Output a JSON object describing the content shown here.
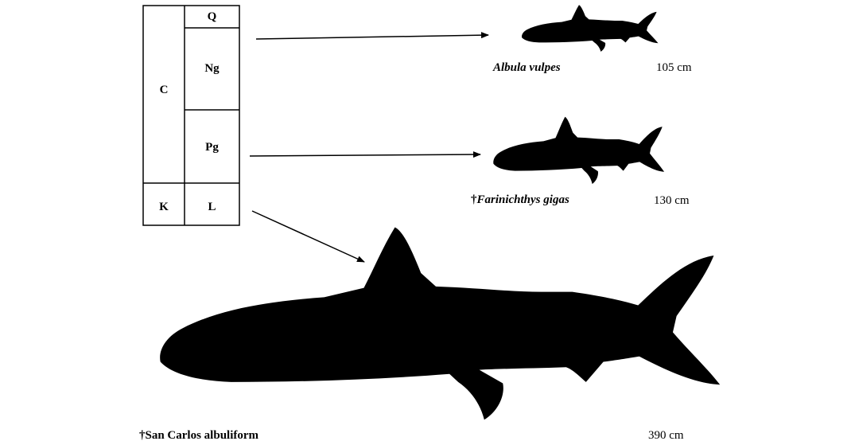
{
  "time_scale": {
    "era_cenozoic": "C",
    "era_cretaceous": "K",
    "period_quaternary": "Q",
    "period_neogene": "Ng",
    "period_paleogene": "Pg",
    "period_late": "L"
  },
  "species": {
    "albula": {
      "name": "Albula vulpes",
      "size": "105 cm"
    },
    "farinichthys": {
      "dagger": "†",
      "name": "Farinichthys gigas",
      "size": "130 cm"
    },
    "san_carlos": {
      "name": "†San Carlos albuliform",
      "size": "390 cm"
    }
  },
  "colors": {
    "silhouette": "#000000",
    "lines": "#000000",
    "background": "#ffffff"
  }
}
